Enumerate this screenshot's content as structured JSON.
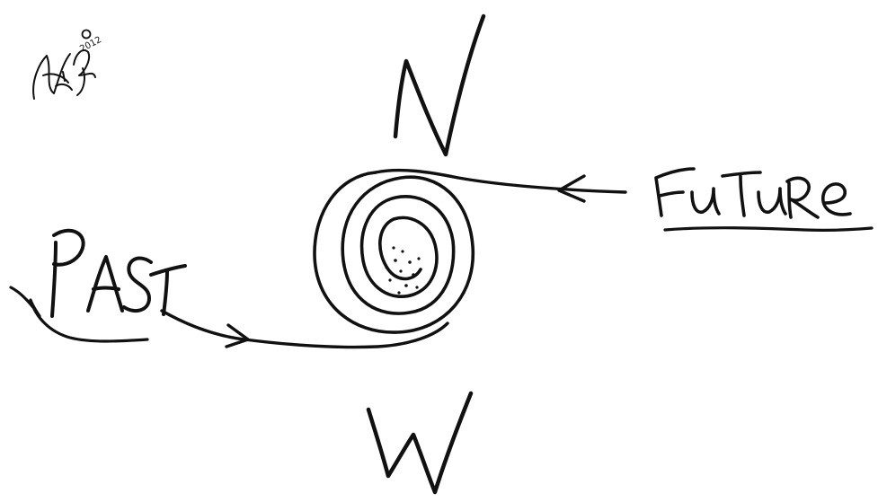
{
  "labels": {
    "north": "N",
    "west": "W",
    "past": "PAST",
    "future": "FuTuRe"
  },
  "signature": {
    "year": "2012"
  },
  "colors": {
    "ink": "#111111",
    "paper": "#ffffff"
  }
}
